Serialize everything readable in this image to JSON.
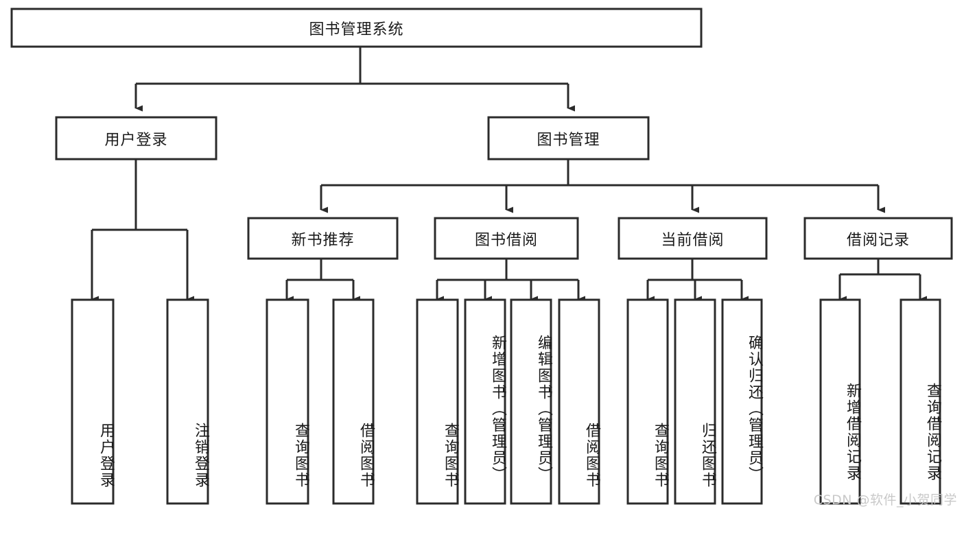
{
  "diagram": {
    "type": "tree-hierarchy",
    "title": "图书管理系统",
    "watermark": "CSDN @软件_小贺同学",
    "colors": {
      "box_stroke": "#2b2b2b",
      "box_fill": "#ffffff",
      "connector": "#2b2b2b",
      "text": "#1a1a1a",
      "watermark": "#c9c9c9",
      "background": "#ffffff"
    },
    "levels": {
      "root": {
        "label": "图书管理系统"
      },
      "level2": [
        {
          "label": "用户登录"
        },
        {
          "label": "图书管理"
        }
      ],
      "level3": [
        {
          "label": "新书推荐"
        },
        {
          "label": "图书借阅"
        },
        {
          "label": "当前借阅"
        },
        {
          "label": "借阅记录"
        }
      ],
      "leaves": [
        {
          "label": "用户登录",
          "parent": "用户登录"
        },
        {
          "label": "注销登录",
          "parent": "用户登录"
        },
        {
          "label": "查询图书",
          "parent": "新书推荐"
        },
        {
          "label": "借阅图书",
          "parent": "新书推荐"
        },
        {
          "label": "查询图书",
          "parent": "图书借阅"
        },
        {
          "label": "新增图书（管理员）",
          "parent": "图书借阅"
        },
        {
          "label": "编辑图书（管理员）",
          "parent": "图书借阅"
        },
        {
          "label": "借阅图书",
          "parent": "图书借阅"
        },
        {
          "label": "查询图书",
          "parent": "当前借阅"
        },
        {
          "label": "归还图书",
          "parent": "当前借阅"
        },
        {
          "label": "确认归还（管理员）",
          "parent": "当前借阅"
        },
        {
          "label": "新增借阅记录",
          "parent": "借阅记录"
        },
        {
          "label": "查询借阅记录",
          "parent": "借阅记录"
        }
      ]
    }
  }
}
